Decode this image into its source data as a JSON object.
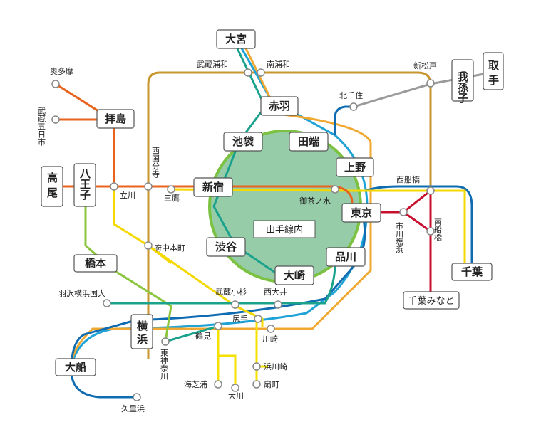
{
  "center_label": "山手線内",
  "boxes": {
    "omiya": "大宮",
    "abiko": "我孫子",
    "toride": "取手",
    "akabane": "赤羽",
    "haijima": "拝島",
    "ikebukuro": "池袋",
    "tabata": "田端",
    "ueno": "上野",
    "takao": "高尾",
    "hachioji": "八王子",
    "shinjuku": "新宿",
    "tokyo": "東京",
    "shibuya": "渋谷",
    "shinagawa": "品川",
    "hashimoto": "橋本",
    "osaki": "大崎",
    "chiba": "千葉",
    "chiba_minato": "千葉みなと",
    "yokohama": "横浜",
    "ofuna": "大船"
  },
  "labels": {
    "okutama": "奥多摩",
    "musashi_itsukaichi": "武蔵五日市",
    "musashi_urawa": "武蔵浦和",
    "minami_urawa": "南浦和",
    "shin_matsudo": "新松戸",
    "kita_senju": "北千住",
    "nishi_kokubunji": "西国分寺",
    "tachikawa": "立川",
    "mitaka": "三鷹",
    "ochanomizu": "御茶ノ水",
    "nishi_funabashi": "西船橋",
    "ichikawa_shiohama": "市川塩浜",
    "minami_funabashi": "南船橋",
    "fuchu_hommachi": "府中本町",
    "hazawa": "羽沢横浜国大",
    "musashi_kosugi": "武蔵小杉",
    "nishi_oi": "西大井",
    "shiraite": "尻手",
    "tsurumi": "鶴見",
    "kawasaki": "川崎",
    "higashi_kanagawa": "東神奈川",
    "hama_kawasaki": "浜川崎",
    "umi_shibaura": "海芝浦",
    "okawa": "大川",
    "ogimachi": "扇町",
    "kurihama": "久里浜"
  },
  "colors": {
    "yamanote_fill": "#96cca8",
    "yamanote_ring": "#7cc242",
    "chuo_rapid": "#e8641e",
    "chuo_sobu": "#f5d800",
    "musashino": "#c8962e",
    "saikyo": "#1aa28c",
    "keihin_tohoku": "#1fa3d6",
    "joban": "#9a9a9a",
    "keiyo": "#c8102e",
    "yokohama_line": "#8cc63f",
    "tokaido": "#f0a830",
    "yokosuka": "#0f6cb1",
    "nambu": "#e8e800",
    "tsurumi_line": "#f5e000"
  }
}
